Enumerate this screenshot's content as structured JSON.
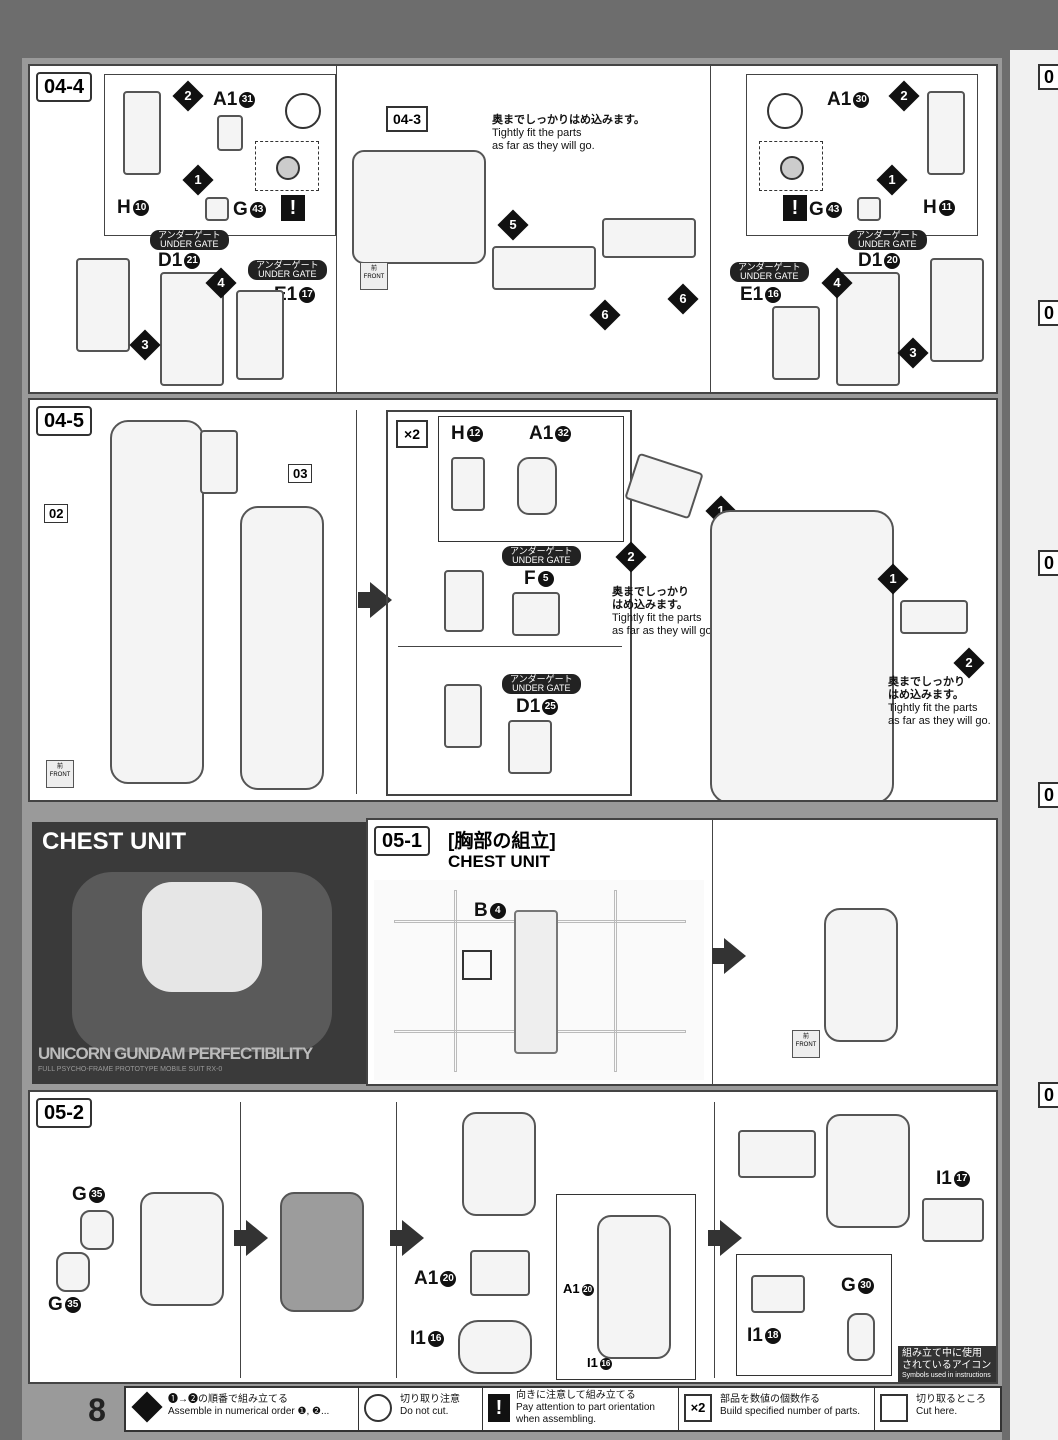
{
  "page_number": "8",
  "step_04_4": {
    "tag": "04-4",
    "ref_tag": "04-3",
    "note_jp": "奥までしっかりはめ込みます。",
    "note_en_1": "Tightly fit the parts",
    "note_en_2": "as far as they will go.",
    "left": {
      "a1": "A1",
      "a1_num": "31",
      "h": "H",
      "h_num": "10",
      "g": "G",
      "g_num": "43",
      "d1": "D1",
      "d1_num": "21",
      "e1": "E1",
      "e1_num": "17"
    },
    "right": {
      "a1": "A1",
      "a1_num": "30",
      "h": "H",
      "h_num": "11",
      "g": "G",
      "g_num": "43",
      "d1": "D1",
      "d1_num": "20",
      "e1": "E1",
      "e1_num": "16"
    },
    "gate_jp": "アンダーゲート",
    "gate_en": "UNDER GATE",
    "front_jp": "前",
    "front_en": "FRONT"
  },
  "step_04_5": {
    "tag": "04-5",
    "ref_02": "02",
    "ref_03": "03",
    "x2": "×2",
    "h": "H",
    "h_num": "12",
    "a1": "A1",
    "a1_num": "32",
    "f": "F",
    "f_num": "5",
    "d1": "D1",
    "d1_num": "25",
    "note_jp_1": "奥までしっかり",
    "note_jp_2": "はめ込みます。",
    "note_en_1": "Tightly fit the parts",
    "note_en_2": "as far as they will go."
  },
  "chest_photo": {
    "title": "CHEST UNIT",
    "brand_1": "UNICORN GUNDAM PERFECTIBILITY",
    "brand_2": "FULL PSYCHO-FRAME PROTOTYPE MOBILE SUIT RX-0"
  },
  "step_05_1": {
    "tag": "05-1",
    "title_jp": "[胸部の組立]",
    "title_en": "CHEST UNIT",
    "b": "B",
    "b_num": "4"
  },
  "step_05_2": {
    "tag": "05-2",
    "g_top": "G",
    "g_top_num": "35",
    "g_bot": "G",
    "g_bot_num": "35",
    "a1": "A1",
    "a1_num": "20",
    "i1": "I1",
    "i1_num": "16",
    "a1_small": "A1",
    "a1_small_num": "20",
    "i1_small": "I1",
    "i1_small_num": "16",
    "i1_right": "I1",
    "i1_right_num": "17",
    "g30": "G",
    "g30_num": "30",
    "i18": "I1",
    "i18_num": "18",
    "icons_note_jp_1": "組み立て中に使用",
    "icons_note_jp_2": "されているアイコン",
    "icons_note_en": "Symbols used in instructions"
  },
  "legend": {
    "order_jp": "❶→❷の順番で組み立てる",
    "order_en": "Assemble in numerical order ❶, ❷...",
    "nocut_jp": "切り取り注意",
    "nocut_en": "Do not cut.",
    "orient_jp": "向きに注意して組み立てる",
    "orient_en_1": "Pay attention to part orientation",
    "orient_en_2": "when assembling.",
    "x2_icon": "×2",
    "count_jp": "部品を数値の個数作る",
    "count_en": "Build specified number of parts.",
    "cut_jp": "切り取るところ",
    "cut_en": "Cut here."
  },
  "right_edge_tabs": [
    "0",
    "0",
    "0",
    "0",
    "0"
  ]
}
